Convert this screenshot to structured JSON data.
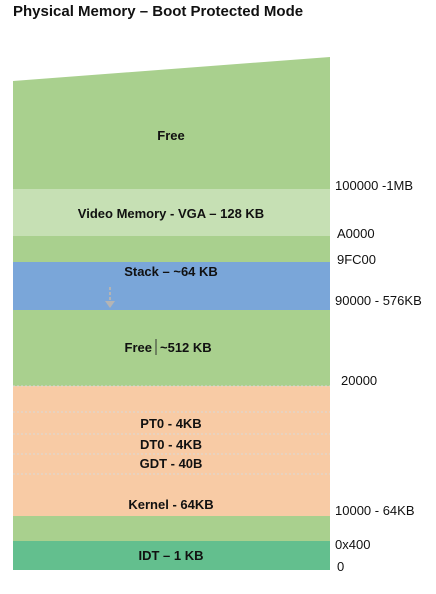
{
  "title": "Physical Memory – Boot Protected Mode",
  "regions": {
    "free_top": {
      "label": "Free",
      "color": "#a9d08e"
    },
    "video": {
      "label": "Video Memory - VGA – 128 KB",
      "color": "#c6e0b4"
    },
    "gap_a0000": {
      "label": "",
      "color": "#a9d08e"
    },
    "stack": {
      "label": "Stack – ~64 KB",
      "color": "#7aa6d9"
    },
    "free_mid": {
      "label_left": "Free",
      "label_right": "~512 KB",
      "color": "#a9d08e"
    },
    "pt0": {
      "label": "PT0 - 4KB",
      "color": "#f8cba5"
    },
    "dt0": {
      "label": "DT0 - 4KB",
      "color": "#f8cba5"
    },
    "gdt": {
      "label": "GDT - 40B",
      "color": "#f8cba5"
    },
    "kernel": {
      "label": "Kernel - 64KB",
      "color": "#f8cba5"
    },
    "free_low": {
      "label": "",
      "color": "#a9d08e"
    },
    "idt": {
      "label": "IDT – 1 KB",
      "color": "#63bf8e"
    }
  },
  "addresses": {
    "a100000": "100000 -1MB",
    "aA0000": "A0000",
    "a9FC00": "9FC00",
    "a90000": "90000 - 576KB",
    "a20000": "20000",
    "a10000": "10000 - 64KB",
    "a0x400": "0x400",
    "a0": "0"
  }
}
